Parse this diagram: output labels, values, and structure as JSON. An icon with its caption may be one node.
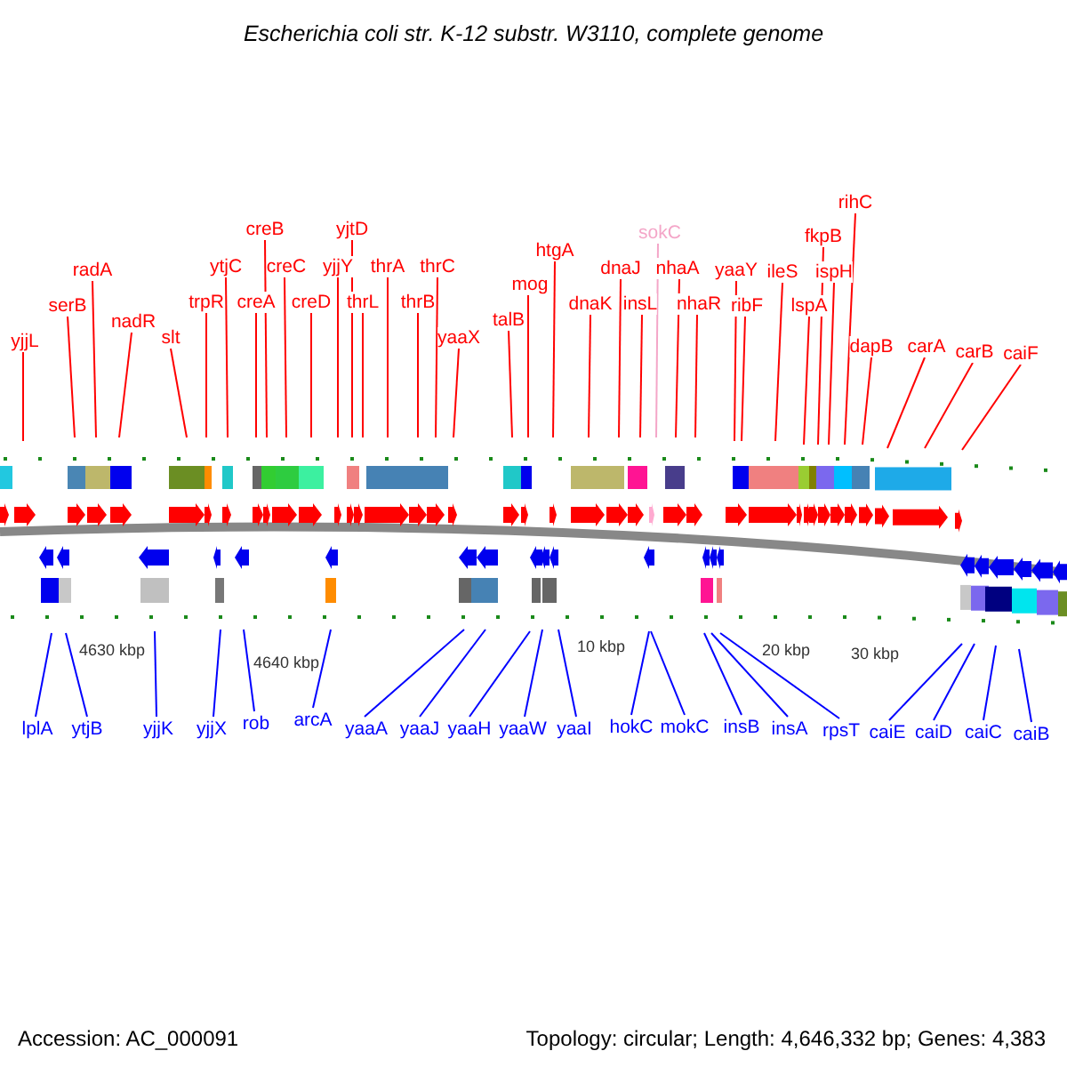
{
  "diagram": {
    "title": "Escherichia coli str. K-12 substr. W3110, complete genome",
    "nodes": [
      {
        "text": [
          "yjjL"
        ]
      },
      {
        "text": [
          "serB"
        ]
      },
      {
        "text": [
          "radA"
        ]
      },
      {
        "text": [
          "nadR"
        ]
      },
      {
        "text": [
          "slt"
        ]
      },
      {
        "text": [
          "trpR"
        ]
      },
      {
        "text": [
          "ytjC"
        ]
      },
      {
        "text": [
          "creB"
        ]
      },
      {
        "text": [
          "creA"
        ]
      },
      {
        "text": [
          "creC"
        ]
      },
      {
        "text": [
          "creD"
        ]
      },
      {
        "text": [
          "yjjY"
        ]
      },
      {
        "text": [
          "yjtD"
        ]
      },
      {
        "text": [
          "thrL"
        ]
      },
      {
        "text": [
          "thrA"
        ]
      },
      {
        "text": [
          "thrB"
        ]
      },
      {
        "text": [
          "thrC"
        ]
      },
      {
        "text": [
          "yaaX"
        ]
      },
      {
        "text": [
          "talB"
        ]
      },
      {
        "text": [
          "mog"
        ]
      },
      {
        "text": [
          "htgA"
        ]
      },
      {
        "text": [
          "dnaK"
        ]
      },
      {
        "text": [
          "dnaJ"
        ]
      },
      {
        "text": [
          "insL"
        ]
      },
      {
        "text": [
          "sokC"
        ]
      },
      {
        "text": [
          "nhaA"
        ]
      },
      {
        "text": [
          "nhaR"
        ]
      },
      {
        "text": [
          "yaaY"
        ]
      },
      {
        "text": [
          "ribF"
        ]
      },
      {
        "text": [
          "ileS"
        ]
      },
      {
        "text": [
          "lspA"
        ]
      },
      {
        "text": [
          "fkpB"
        ]
      },
      {
        "text": [
          "ispH"
        ]
      },
      {
        "text": [
          "rihC"
        ]
      },
      {
        "text": [
          "dapB"
        ]
      },
      {
        "text": [
          "carA"
        ]
      },
      {
        "text": [
          "carB"
        ]
      },
      {
        "text": [
          "caiF"
        ]
      },
      {
        "text": [
          "lplA"
        ]
      },
      {
        "text": [
          "ytjB"
        ]
      },
      {
        "text": [
          "yjjK"
        ]
      },
      {
        "text": [
          "yjjX"
        ]
      },
      {
        "text": [
          "rob"
        ]
      },
      {
        "text": [
          "arcA"
        ]
      },
      {
        "text": [
          "yaaA"
        ]
      },
      {
        "text": [
          "yaaJ"
        ]
      },
      {
        "text": [
          "yaaH"
        ]
      },
      {
        "text": [
          "yaaW"
        ]
      },
      {
        "text": [
          "yaaI"
        ]
      },
      {
        "text": [
          "hokC"
        ]
      },
      {
        "text": [
          "mokC"
        ]
      },
      {
        "text": [
          "insB"
        ]
      },
      {
        "text": [
          "insA"
        ]
      },
      {
        "text": [
          "rpsT"
        ]
      },
      {
        "text": [
          "caiE"
        ]
      },
      {
        "text": [
          "caiD"
        ]
      },
      {
        "text": [
          "caiC"
        ]
      },
      {
        "text": [
          "caiB"
        ]
      }
    ],
    "edges": [
      {
        "from": 0,
        "to": null,
        "arrow": "none"
      },
      {
        "from": 1,
        "to": null,
        "arrow": "none"
      },
      {
        "from": 2,
        "to": null,
        "arrow": "none"
      },
      {
        "from": 3,
        "to": null,
        "arrow": "none"
      },
      {
        "from": 4,
        "to": null,
        "arrow": "none"
      },
      {
        "from": 5,
        "to": null,
        "arrow": "none"
      },
      {
        "from": 6,
        "to": null,
        "arrow": "none"
      },
      {
        "from": 7,
        "to": null,
        "arrow": "none"
      },
      {
        "from": 8,
        "to": null,
        "arrow": "none"
      },
      {
        "from": 9,
        "to": null,
        "arrow": "none"
      },
      {
        "from": 10,
        "to": null,
        "arrow": "none"
      },
      {
        "from": 11,
        "to": null,
        "arrow": "none"
      },
      {
        "from": 12,
        "to": null,
        "arrow": "none"
      },
      {
        "from": 13,
        "to": null,
        "arrow": "none"
      },
      {
        "from": 14,
        "to": null,
        "arrow": "none"
      },
      {
        "from": 15,
        "to": null,
        "arrow": "none"
      },
      {
        "from": 16,
        "to": null,
        "arrow": "none"
      },
      {
        "from": 17,
        "to": null,
        "arrow": "none"
      },
      {
        "from": 18,
        "to": null,
        "arrow": "none"
      },
      {
        "from": 19,
        "to": null,
        "arrow": "none"
      },
      {
        "from": 20,
        "to": null,
        "arrow": "none"
      },
      {
        "from": 21,
        "to": null,
        "arrow": "none"
      },
      {
        "from": 22,
        "to": null,
        "arrow": "none"
      },
      {
        "from": 23,
        "to": null,
        "arrow": "none"
      },
      {
        "from": 24,
        "to": null,
        "arrow": "none",
        "color": "#f4a6c8"
      },
      {
        "from": 25,
        "to": null,
        "arrow": "none"
      },
      {
        "from": 26,
        "to": null,
        "arrow": "none"
      },
      {
        "from": 27,
        "to": null,
        "arrow": "none"
      },
      {
        "from": 28,
        "to": null,
        "arrow": "none"
      },
      {
        "from": 29,
        "to": null,
        "arrow": "none"
      },
      {
        "from": 30,
        "to": null,
        "arrow": "none"
      },
      {
        "from": 31,
        "to": null,
        "arrow": "none"
      },
      {
        "from": 32,
        "to": null,
        "arrow": "none"
      },
      {
        "from": 33,
        "to": null,
        "arrow": "none"
      },
      {
        "from": 34,
        "to": null,
        "arrow": "none"
      },
      {
        "from": 35,
        "to": null,
        "arrow": "none"
      },
      {
        "from": 36,
        "to": null,
        "arrow": "none"
      },
      {
        "from": 37,
        "to": null,
        "arrow": "none"
      },
      {
        "from": 38,
        "to": null,
        "arrow": "none",
        "color": "#0000ff"
      },
      {
        "from": 39,
        "to": null,
        "arrow": "none",
        "color": "#0000ff"
      },
      {
        "from": 40,
        "to": null,
        "arrow": "none",
        "color": "#0000ff"
      },
      {
        "from": 41,
        "to": null,
        "arrow": "none",
        "color": "#0000ff"
      },
      {
        "from": 42,
        "to": null,
        "arrow": "none",
        "color": "#0000ff"
      },
      {
        "from": 43,
        "to": null,
        "arrow": "none",
        "color": "#0000ff"
      },
      {
        "from": 44,
        "to": null,
        "arrow": "none",
        "color": "#0000ff"
      },
      {
        "from": 45,
        "to": null,
        "arrow": "none",
        "color": "#0000ff"
      },
      {
        "from": 46,
        "to": null,
        "arrow": "none",
        "color": "#0000ff"
      },
      {
        "from": 47,
        "to": null,
        "arrow": "none",
        "color": "#0000ff"
      },
      {
        "from": 48,
        "to": null,
        "arrow": "none",
        "color": "#0000ff"
      },
      {
        "from": 49,
        "to": null,
        "arrow": "none",
        "color": "#0000ff"
      },
      {
        "from": 50,
        "to": null,
        "arrow": "none",
        "color": "#0000ff"
      },
      {
        "from": 51,
        "to": null,
        "arrow": "none",
        "color": "#0000ff"
      },
      {
        "from": 52,
        "to": null,
        "arrow": "none",
        "color": "#0000ff"
      },
      {
        "from": 53,
        "to": null,
        "arrow": "none",
        "color": "#0000ff"
      },
      {
        "from": 54,
        "to": null,
        "arrow": "none",
        "color": "#0000ff"
      },
      {
        "from": 55,
        "to": null,
        "arrow": "none",
        "color": "#0000ff"
      },
      {
        "from": 56,
        "to": null,
        "arrow": "none",
        "color": "#0000ff"
      },
      {
        "from": 57,
        "to": null,
        "arrow": "none",
        "color": "#0000ff"
      }
    ],
    "labels": [
      "4630 kbp",
      "4640 kbp",
      "10 kbp",
      "20 kbp",
      "30 kbp",
      "Accession: AC_000091",
      "Topology: circular; Length: 4,646,332 bp; Genes: 4,383"
    ]
  }
}
